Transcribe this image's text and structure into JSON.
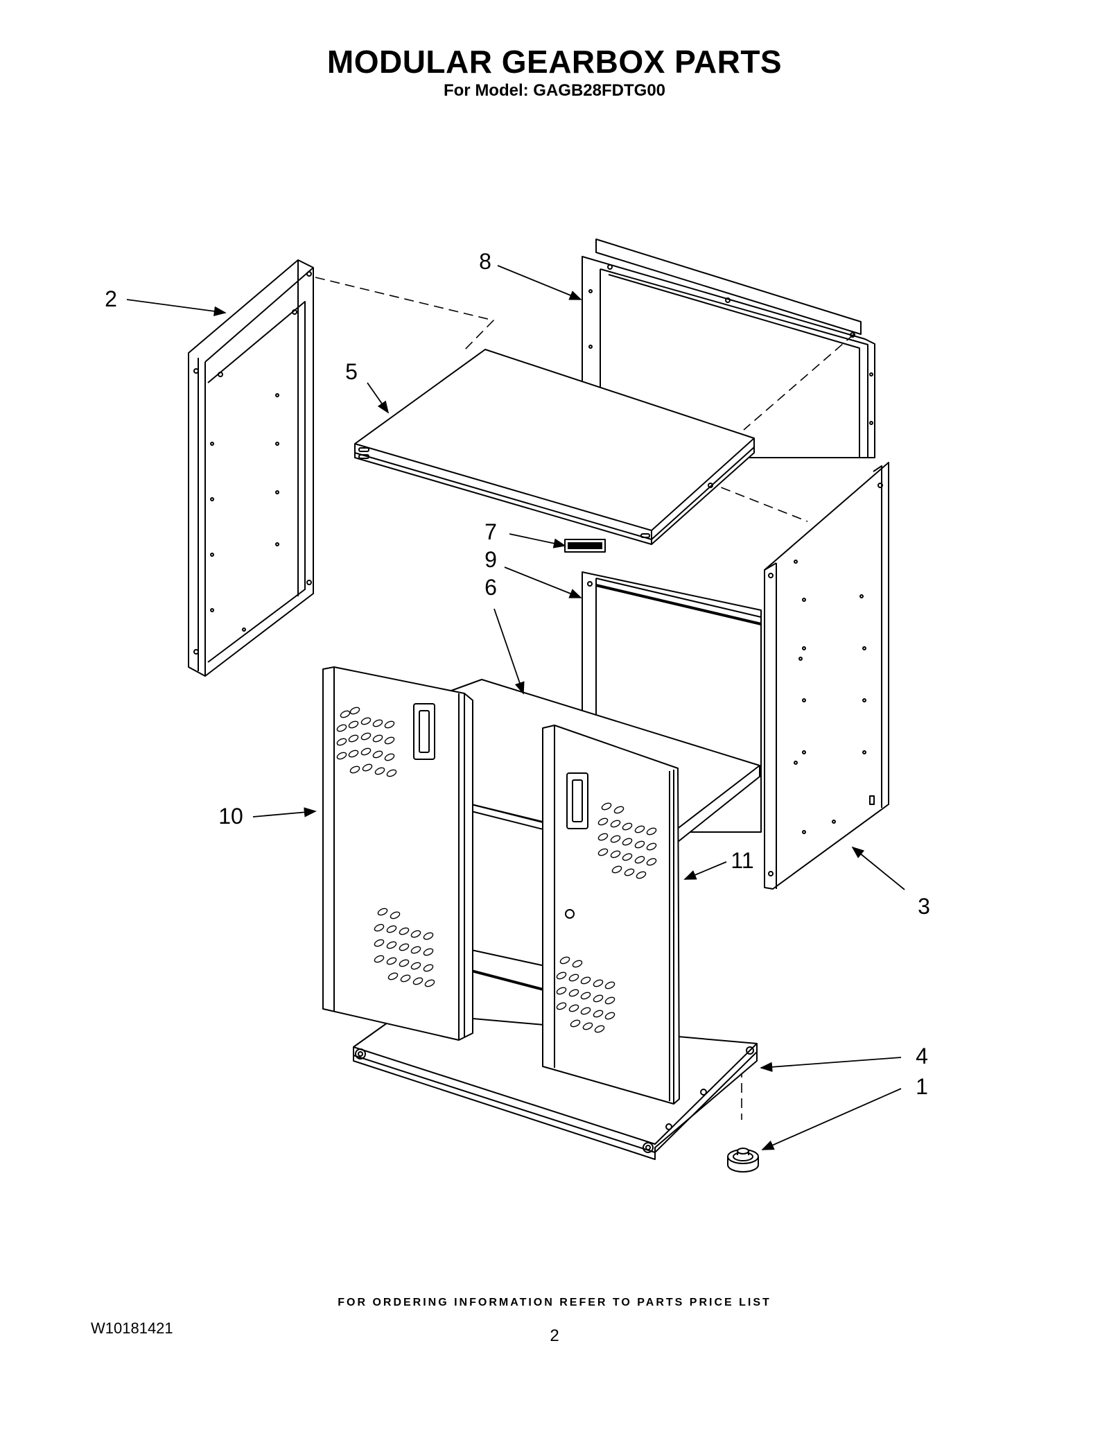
{
  "header": {
    "title": "MODULAR GEARBOX PARTS",
    "subtitle": "For Model: GAGB28FDTG00"
  },
  "callouts": [
    {
      "id": "2",
      "label": "2"
    },
    {
      "id": "8",
      "label": "8"
    },
    {
      "id": "5",
      "label": "5"
    },
    {
      "id": "7",
      "label": "7"
    },
    {
      "id": "9",
      "label": "9"
    },
    {
      "id": "6",
      "label": "6"
    },
    {
      "id": "10",
      "label": "10"
    },
    {
      "id": "11",
      "label": "11"
    },
    {
      "id": "3",
      "label": "3"
    },
    {
      "id": "4",
      "label": "4"
    },
    {
      "id": "1",
      "label": "1"
    }
  ],
  "footer": {
    "ordering_note": "FOR ORDERING INFORMATION REFER TO PARTS PRICE LIST",
    "document_number": "W10181421",
    "page_number": "2"
  }
}
